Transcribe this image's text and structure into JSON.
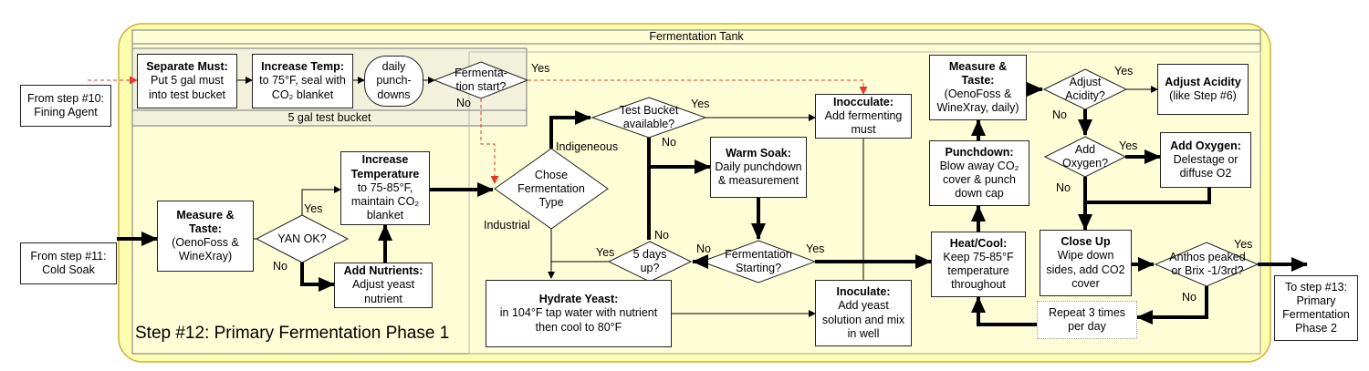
{
  "diagram": {
    "tank_title": "Fermentation Tank",
    "test_bucket_title": "5 gal test bucket",
    "step_title": "Step #12: Primary Fermentation Phase 1",
    "nodes": {
      "from10": {
        "title": "",
        "text": "From step #10: Fining Agent"
      },
      "from11": {
        "title": "",
        "text": "From step #11: Cold Soak"
      },
      "to13": {
        "title": "",
        "text": "To step #13: Primary Fermentation Phase 2"
      },
      "separate_must": {
        "title": "Separate Must:",
        "text": "Put 5 gal must into test bucket"
      },
      "increase_temp": {
        "title": "Increase Temp:",
        "text": "to 75°F, seal with CO₂ blanket"
      },
      "daily_punchdowns": {
        "title": "",
        "text": "daily punch-downs"
      },
      "measure_taste_1": {
        "title": "Measure & Taste:",
        "text": "(OenoFoss & WineXray)"
      },
      "increase_temperature": {
        "title": "Increase Temperature",
        "text": "to 75-85°F, maintain CO₂ blanket"
      },
      "add_nutrients": {
        "title": "Add  Nutrients:",
        "text": "Adjust yeast nutrient"
      },
      "hydrate_yeast": {
        "title": "Hydrate Yeast:",
        "text": "in 104°F tap water with nutrient then cool to 80°F"
      },
      "warm_soak": {
        "title": "Warm Soak:",
        "text": "Daily punchdown & measurement"
      },
      "inocculate": {
        "title": "Inocculate:",
        "text": "Add fermenting must"
      },
      "inoculate": {
        "title": "Inoculate:",
        "text": "Add yeast solution and mix in well"
      },
      "heat_cool": {
        "title": "Heat/Cool:",
        "text": "Keep 75-85°F temperature throughout"
      },
      "punchdown": {
        "title": "Punchdown:",
        "text": "Blow away CO₂ cover & punch down cap"
      },
      "measure_taste_2": {
        "title": "Measure & Taste:",
        "text": "(OenoFoss & WineXray, daily)"
      },
      "adjust_acidity": {
        "title": "Adjust Acidity",
        "text": "(like Step #6)"
      },
      "add_oxygen": {
        "title": "Add Oxygen:",
        "text": "Delestage or diffuse O2"
      },
      "close_up": {
        "title": "Close Up",
        "text": "Wipe down sides, add CO2 cover"
      },
      "repeat": {
        "title": "",
        "text": "Repeat 3 times per day"
      }
    },
    "decisions": {
      "fermentation_start": "Fermenta-tion start?",
      "yan_ok": "YAN OK?",
      "chose_type": "Chose Fermentation Type",
      "test_bucket": "Test Bucket available?",
      "five_days": "5 days up?",
      "fermentation_starting": "Fermentation Starting?",
      "adjust_acidity_q": "Adjust Acidity?",
      "add_oxygen_q": "Add Oxygen?",
      "anthos": "Anthos peaked or Brix -1/3rd?"
    },
    "labels": {
      "fs_yes": "Yes",
      "fs_no": "No",
      "yan_yes": "Yes",
      "yan_no": "No",
      "indigeneous": "Indigeneous",
      "industrial": "Industrial",
      "tb_yes": "Yes",
      "tb_no": "No",
      "fd_yes": "Yes",
      "fd_no": "No",
      "fst_yes": "Yes",
      "fst_no": "No",
      "aa_yes": "Yes",
      "aa_no": "No",
      "ao_yes": "Yes",
      "ao_no": "No",
      "an_yes": "Yes",
      "an_no": "No"
    },
    "colors": {
      "panel_fill": "#fdfdb0",
      "panel_border": "#c9b13a",
      "inner_fill": "#fefed6",
      "dashed_red": "#e03c2e",
      "line": "#000000"
    }
  }
}
